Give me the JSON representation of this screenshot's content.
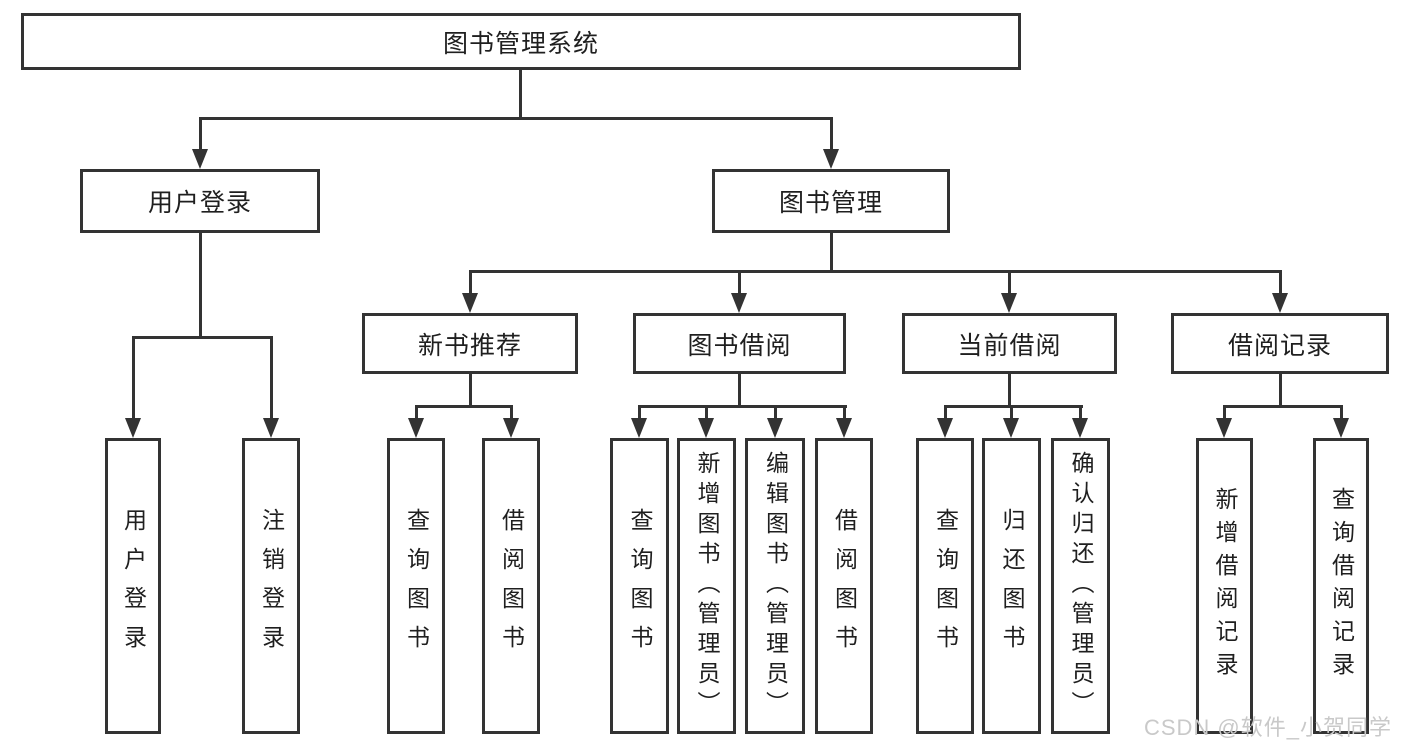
{
  "diagram": {
    "root": {
      "label": "图书管理系统"
    },
    "level2": {
      "user_login": "用户登录",
      "book_management": "图书管理"
    },
    "level3": {
      "new_book_recommend": "新书推荐",
      "book_borrowing": "图书借阅",
      "current_borrowing": "当前借阅",
      "borrowing_records": "借阅记录"
    },
    "leaves": {
      "user_login": "用户登录",
      "logout": "注销登录",
      "query_books_recommend": "查询图书",
      "borrow_books_recommend": "借阅图书",
      "query_books_borrowing": "查询图书",
      "add_books_admin": "新增图书（管理员）",
      "edit_books_admin": "编辑图书（管理员）",
      "borrow_books_borrowing": "借阅图书",
      "query_books_current": "查询图书",
      "return_books": "归还图书",
      "confirm_return_admin": "确认归还（管理员）",
      "add_borrowing_record": "新增借阅记录",
      "query_borrowing_record": "查询借阅记录"
    }
  },
  "watermark": {
    "text": "CSDN @软件_小贺同学",
    "color": "#c9c9c9"
  },
  "colors": {
    "line": "#333333",
    "text": "#1f1f1f",
    "background": "#ffffff"
  }
}
